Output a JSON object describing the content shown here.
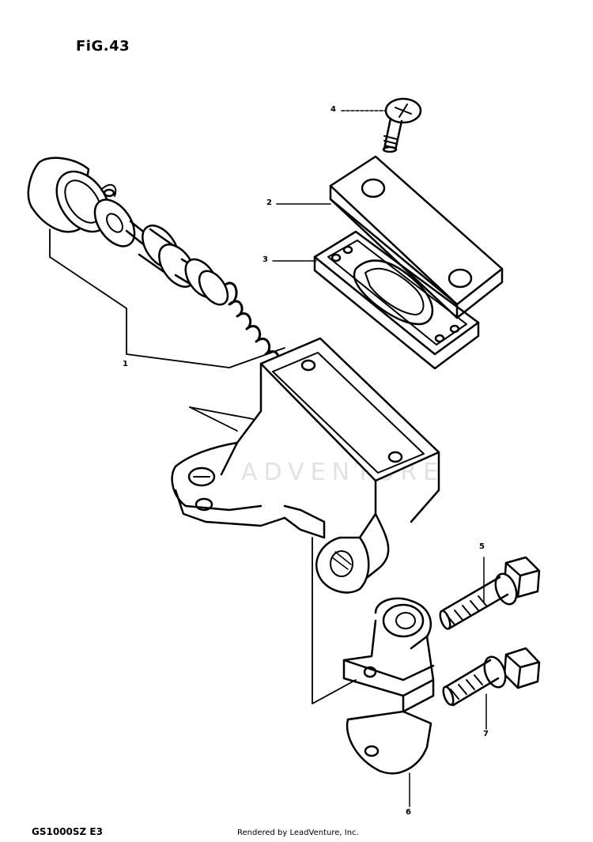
{
  "figure": {
    "title": "FiG.43"
  },
  "callouts": [
    "1",
    "2",
    "3",
    "4",
    "5",
    "6",
    "7"
  ],
  "footer": {
    "model_code": "GS1000SZ E3",
    "credit": "Rendered by LeadVenture, Inc."
  },
  "watermark": {
    "text": "ADVENTURE"
  },
  "colors": {
    "ink": "#000000",
    "paper": "#ffffff",
    "watermark": "#e2e2e2"
  }
}
